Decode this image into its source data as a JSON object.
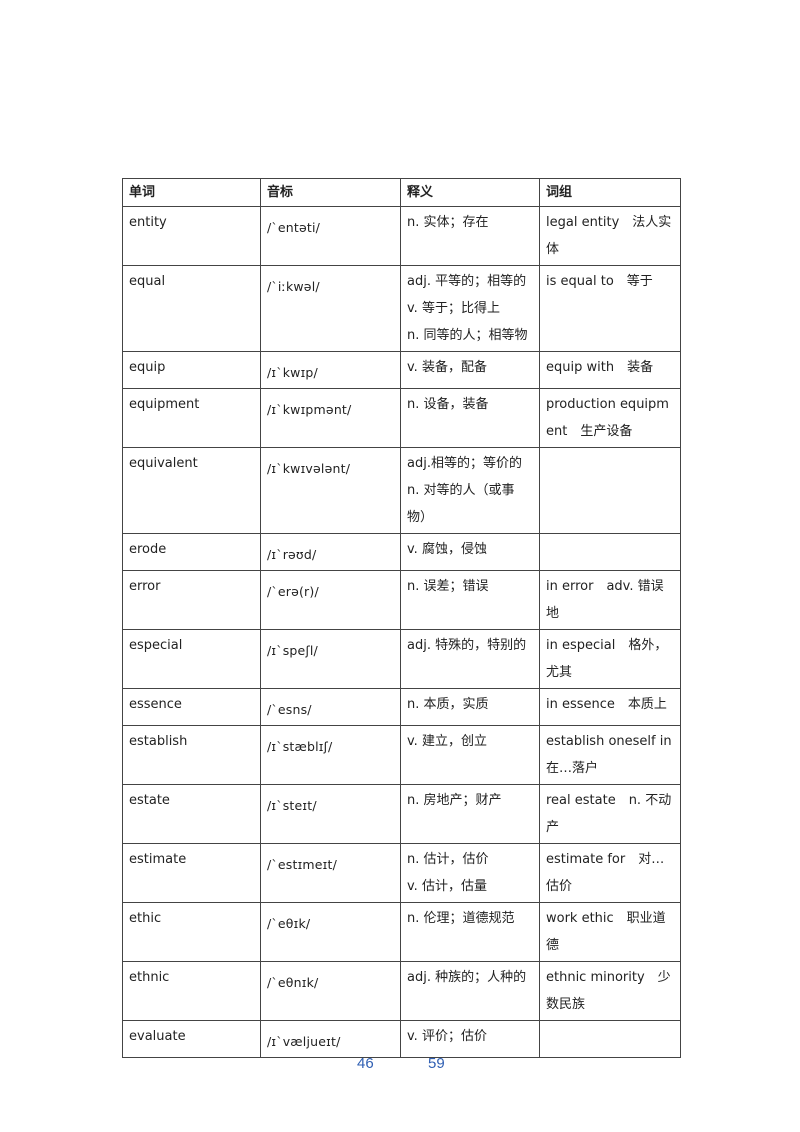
{
  "table": {
    "headers": [
      "单词",
      "音标",
      "释义",
      "词组"
    ],
    "rows": [
      {
        "word": "entity",
        "phonetic": "/ˋentəti/",
        "definition": [
          "n. 实体；存在"
        ],
        "phrase": "legal entity　法人实体"
      },
      {
        "word": "equal",
        "phonetic": "/ˋiːkwəl/",
        "definition": [
          "adj. 平等的；相等的",
          "v. 等于；比得上",
          "n. 同等的人；相等物"
        ],
        "phrase": "is equal to　等于"
      },
      {
        "word": "equip",
        "phonetic": "/ɪˋkwɪp/",
        "definition": [
          "v. 装备，配备"
        ],
        "phrase": "equip with　装备"
      },
      {
        "word": "equipment",
        "phonetic": "/ɪˋkwɪpmənt/",
        "definition": [
          "n. 设备，装备"
        ],
        "phrase": "production equipment　生产设备"
      },
      {
        "word": "equivalent",
        "phonetic": "/ɪˋkwɪvələnt/",
        "definition": [
          "adj.相等的；等价的",
          "n. 对等的人（或事物）"
        ],
        "phrase": ""
      },
      {
        "word": "erode",
        "phonetic": "/ɪˋrəʊd/",
        "definition": [
          "v. 腐蚀，侵蚀"
        ],
        "phrase": ""
      },
      {
        "word": "error",
        "phonetic": "/ˋerə(r)/",
        "definition": [
          "n. 误差；错误"
        ],
        "phrase": "in error　adv. 错误地"
      },
      {
        "word": "especial",
        "phonetic": "/ɪˋspeʃl/",
        "definition": [
          "adj. 特殊的，特别的"
        ],
        "phrase": "in especial　格外，尤其"
      },
      {
        "word": "essence",
        "phonetic": "/ˋesns/",
        "definition": [
          "n. 本质，实质"
        ],
        "phrase": "in essence　本质上"
      },
      {
        "word": "establish",
        "phonetic": "/ɪˋstæblɪʃ/",
        "definition": [
          "v. 建立，创立"
        ],
        "phrase": "establish oneself in 在…落户"
      },
      {
        "word": "estate",
        "phonetic": "/ɪˋsteɪt/",
        "definition": [
          "n. 房地产；财产"
        ],
        "phrase": "real estate　n. 不动产"
      },
      {
        "word": "estimate",
        "phonetic": "/ˋestɪmeɪt/",
        "definition": [
          "n. 估计，估价",
          "v. 估计，估量"
        ],
        "phrase": "estimate for　对…估价"
      },
      {
        "word": "ethic",
        "phonetic": "/ˋeθɪk/",
        "definition": [
          "n. 伦理；道德规范"
        ],
        "phrase": "work ethic　职业道德"
      },
      {
        "word": "ethnic",
        "phonetic": "/ˋeθnɪk/",
        "definition": [
          "adj. 种族的；人种的"
        ],
        "phrase": "ethnic minority　少数民族"
      },
      {
        "word": "evaluate",
        "phonetic": "/ɪˋvæljueɪt/",
        "definition": [
          "v. 评价；估价"
        ],
        "phrase": ""
      }
    ]
  },
  "pager": {
    "current": "46",
    "total": "59"
  }
}
